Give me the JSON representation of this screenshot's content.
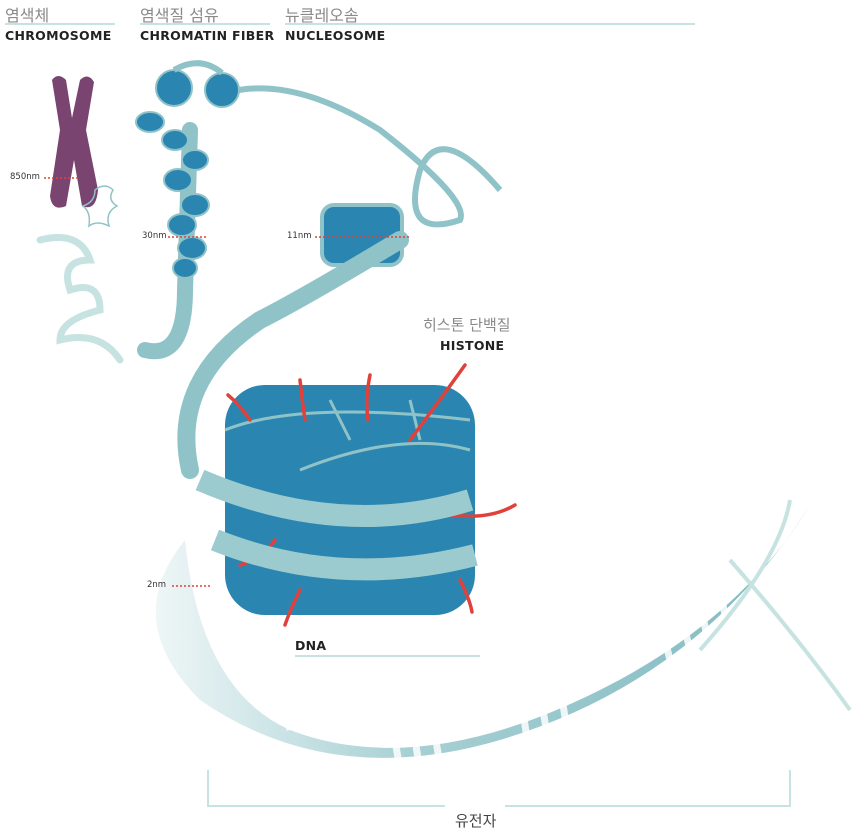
{
  "headers": [
    {
      "ko": "염색체",
      "en": "CHROMOSOME"
    },
    {
      "ko": "염색질 섬유",
      "en": "CHROMATIN FIBER"
    },
    {
      "ko": "뉴클레오솜",
      "en": "NUCLEOSOME"
    }
  ],
  "scales": {
    "chromosome": "850nm",
    "fiber": "30nm",
    "nucleosome": "11nm",
    "dna": "2nm"
  },
  "histone": {
    "ko": "히스톤 단백질",
    "en": "HISTONE"
  },
  "dna_label": "DNA",
  "gene_label": "유전자",
  "colors": {
    "chromosome": "#7a4470",
    "histone": "#2a86b0",
    "dna": "#8fc3c8",
    "marker": "#e0413a",
    "rule": "#c6e3e1"
  }
}
